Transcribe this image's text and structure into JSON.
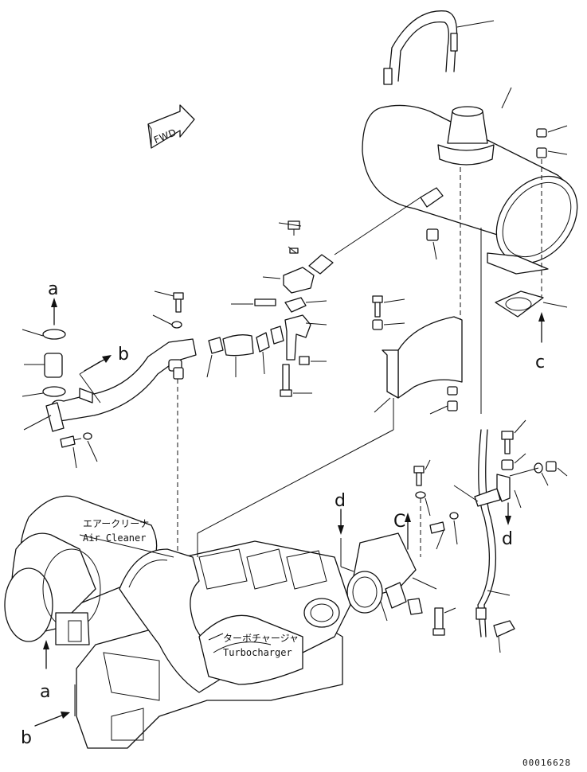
{
  "diagram": {
    "direction_tag": "FWD",
    "callout_letters": {
      "a_top": "a",
      "a_bottom": "a",
      "b_top": "b",
      "b_bottom": "b",
      "c_right": "c",
      "c_mid": "C",
      "d_left": "d",
      "d_right": "d"
    },
    "components": {
      "air_cleaner_jp": "エアークリーナ",
      "air_cleaner_en": "Air Cleaner",
      "turbocharger_jp": "ターボチャージャ",
      "turbocharger_en": "Turbocharger"
    },
    "drawing_number": "00016628"
  }
}
